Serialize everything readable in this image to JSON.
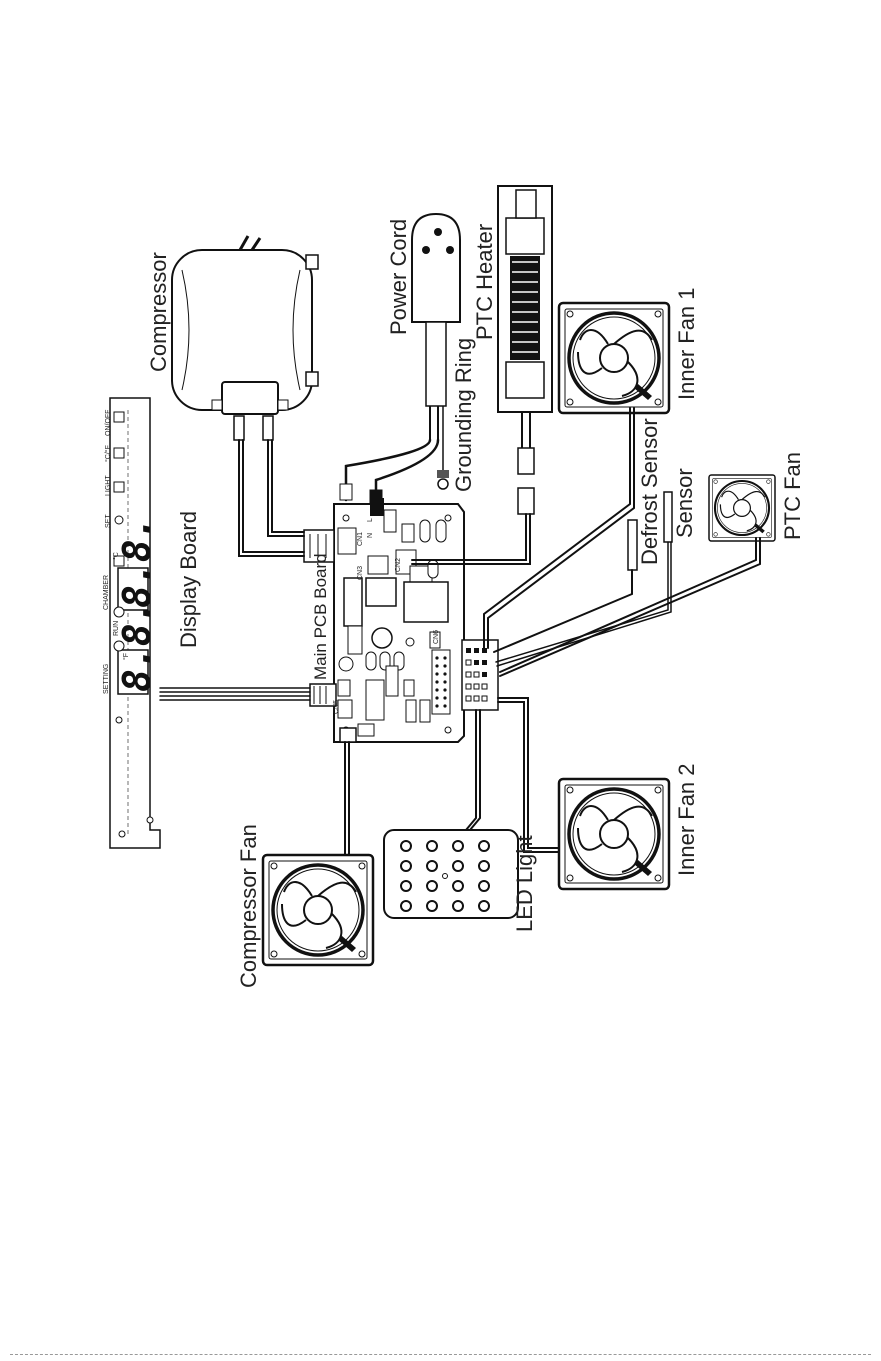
{
  "labels": {
    "compressor": "Compressor",
    "power_cord": "Power Cord",
    "ptc_heater": "PTC Heater",
    "grounding_ring": "Grounding Ring",
    "inner_fan_1": "Inner Fan 1",
    "defrost_sensor": "Defrost Sensor",
    "sensor": "Sensor",
    "ptc_fan": "PTC Fan",
    "display_board": "Display Board",
    "main_pcb_board": "Main PCB Board",
    "inner_fan_2": "Inner Fan 2",
    "led_light": "LED Light",
    "compressor_fan": "Compressor Fan"
  },
  "display_board": {
    "setting_label": "SETTING",
    "chamber_label": "CHAMBER",
    "digits_left": "8.8.",
    "digits_right": "8.8.",
    "unit_c": "°C",
    "unit_f": "°F",
    "run_label": "RUN",
    "set_label": "SET",
    "light_label": "LIGHT",
    "cf_label": "°C/°F",
    "onoff_label": "ON/OFF"
  },
  "pcb_connectors": {
    "cn1": "CN1",
    "cn2": "CN2",
    "cn3": "CN3",
    "cn5": "CN5",
    "cn6": "CN6",
    "l": "L",
    "n": "N"
  }
}
